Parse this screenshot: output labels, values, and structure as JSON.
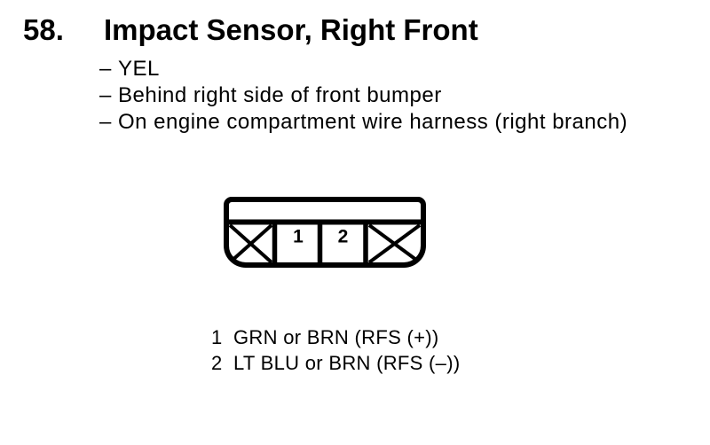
{
  "page": {
    "background_color": "#ffffff",
    "ink_color": "#000000"
  },
  "section": {
    "number": "58.",
    "title": "Impact Sensor, Right Front"
  },
  "details": {
    "dash": "–",
    "items": [
      "YEL",
      "Behind right side of front bumper",
      "On engine compartment wire harness (right branch)"
    ]
  },
  "connector": {
    "description": "2-pin connector, front view, blocked outer cavities",
    "cells": [
      "X",
      "1",
      "2",
      "X"
    ]
  },
  "legend": {
    "pins": [
      {
        "number": "1",
        "label": "GRN or BRN (RFS (+))"
      },
      {
        "number": "2",
        "label": "LT BLU or BRN (RFS (–))"
      }
    ]
  }
}
